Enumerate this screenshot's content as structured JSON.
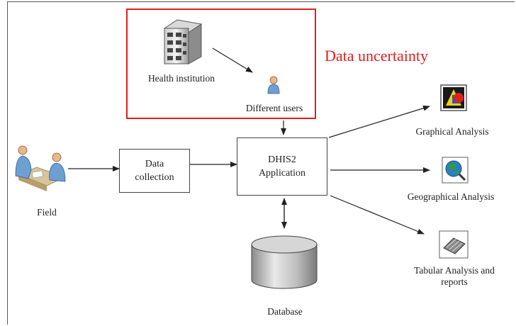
{
  "diagram": {
    "uncertainty_label": "Data uncertainty",
    "nodes": {
      "health_institution": "Health institution",
      "different_users": "Different users",
      "field": "Field",
      "data_collection_line1": "Data",
      "data_collection_line2": "collection",
      "dhis2_line1": "DHIS2",
      "dhis2_line2": "Application",
      "database": "Database",
      "graphical": "Graphical Analysis",
      "geographical": "Geographical Analysis",
      "tabular_line1": "Tabular Analysis and",
      "tabular_line2": "reports"
    },
    "colors": {
      "accent": "#e01e1e",
      "line": "#333333"
    },
    "icons": [
      "building-icon",
      "user-icon",
      "field-workers-icon",
      "database-icon",
      "graph-chart-icon",
      "globe-magnifier-icon",
      "table-report-icon"
    ]
  }
}
